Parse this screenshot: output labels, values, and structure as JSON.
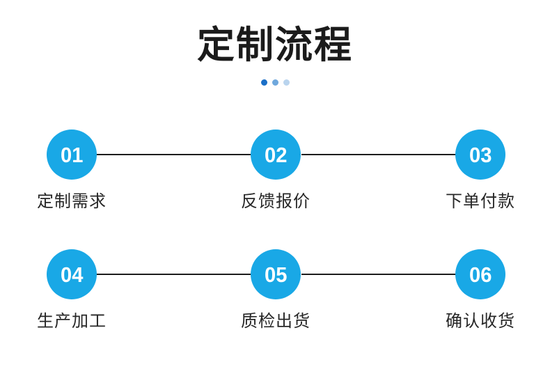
{
  "header": {
    "title": "定制流程",
    "dots": [
      {
        "name": "dot-1",
        "color": "#1b6fc7"
      },
      {
        "name": "dot-2",
        "color": "#6fa8dd"
      },
      {
        "name": "dot-3",
        "color": "#b9d4ee"
      }
    ]
  },
  "theme": {
    "badge_color": "#19a8e6",
    "badge_text_color": "#ffffff",
    "label_color": "#262626",
    "connector_color": "#1c1c1c",
    "background": "#ffffff"
  },
  "steps": [
    {
      "number": "01",
      "label": "定制需求"
    },
    {
      "number": "02",
      "label": "反馈报价"
    },
    {
      "number": "03",
      "label": "下单付款"
    },
    {
      "number": "04",
      "label": "生产加工"
    },
    {
      "number": "05",
      "label": "质检出货"
    },
    {
      "number": "06",
      "label": "确认收货"
    }
  ]
}
